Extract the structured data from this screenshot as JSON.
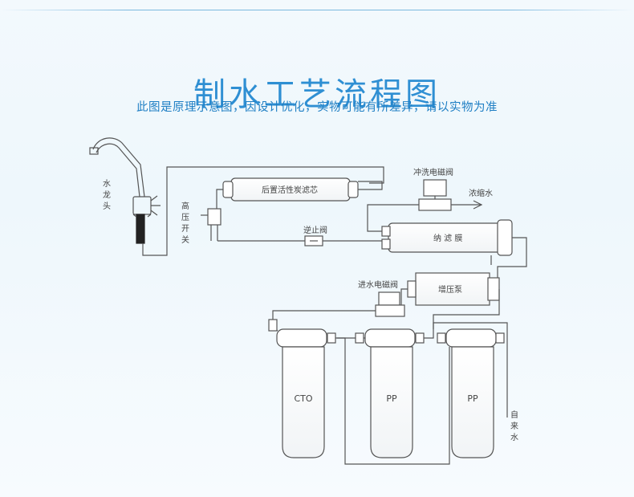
{
  "header": {
    "title": "制水工艺流程图",
    "subtitle": "此图是原理示意图，因设计优化，实物可能有所差异，请以实物为准"
  },
  "labels": {
    "faucet": [
      "水",
      "龙",
      "头"
    ],
    "high_pressure_switch": [
      "高",
      "压",
      "开",
      "关"
    ],
    "post_carbon_filter": "后置活性炭滤芯",
    "check_valve": "逆止阀",
    "flush_valve": "冲洗电磁阀",
    "concentrate": "浓缩水",
    "nano_membrane": "纳 滤 膜",
    "booster_pump": "增压泵",
    "inlet_valve": "进水电磁阀",
    "filter1": "CTO",
    "filter2": "PP",
    "filter3": "PP",
    "tap_water": [
      "自",
      "来",
      "水"
    ]
  },
  "colors": {
    "accent": "#2f8fd3",
    "line": "#555555"
  }
}
